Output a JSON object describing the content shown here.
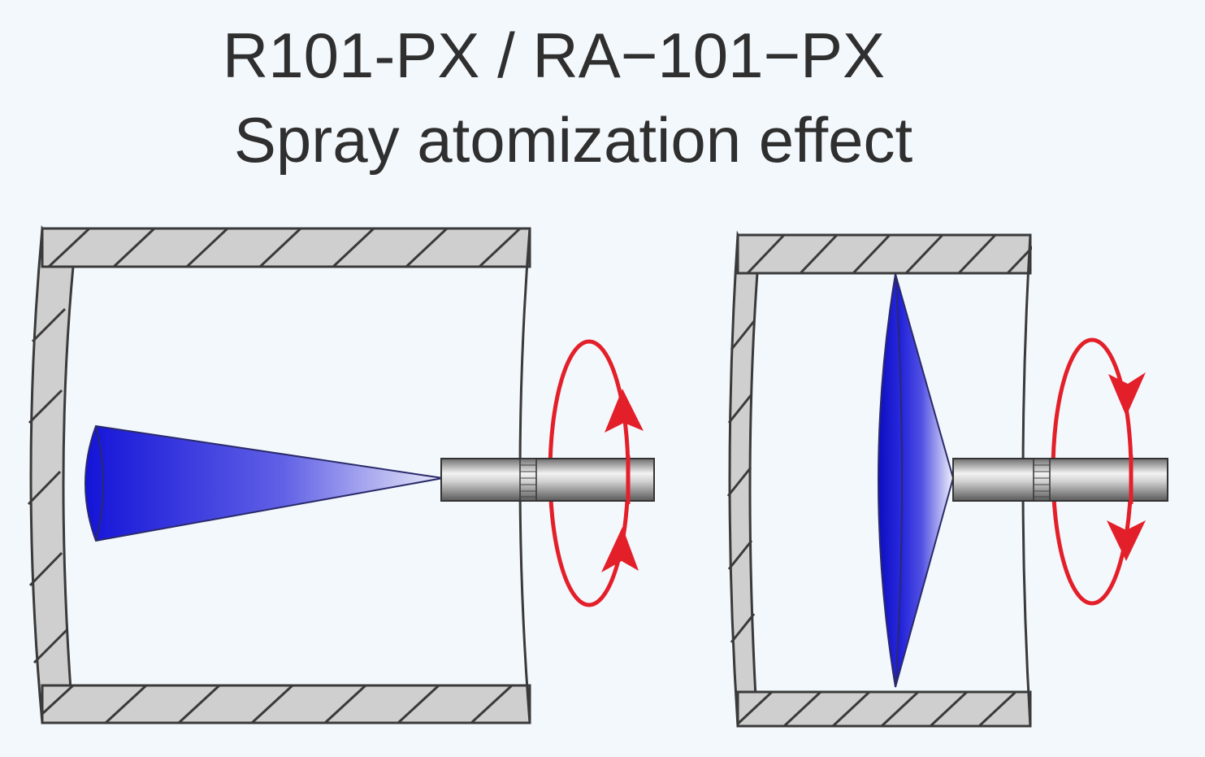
{
  "title": {
    "line1": "R101-PX / RA−101−PX",
    "line2": "Spray atomization effect"
  },
  "colors": {
    "background": "#f3f8fc",
    "wall_fill": "#cfcfcf",
    "wall_stroke": "#3a3a3a",
    "spray_blue": "#1a1adf",
    "rotation_red": "#e3202a",
    "shaft_gray": "#8a8a8a",
    "text": "#2f2f2f"
  },
  "diagrams": [
    {
      "name": "left-chamber",
      "spray_shape": "cone",
      "rotation_arrow": "upward"
    },
    {
      "name": "right-chamber",
      "spray_shape": "disc",
      "rotation_arrow": "downward"
    }
  ],
  "icons": [
    "rotation-arrow-icon"
  ]
}
